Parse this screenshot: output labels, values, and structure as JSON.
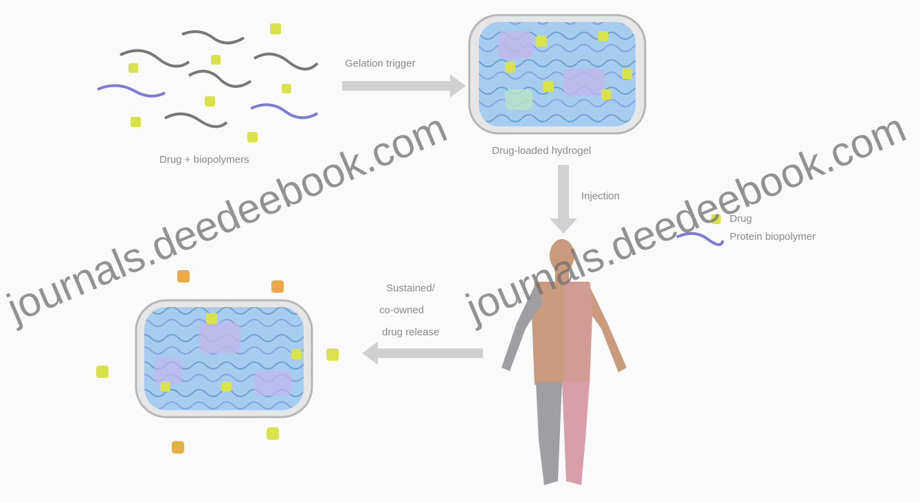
{
  "labels": {
    "polymer_solution": "Drug + biopolymers",
    "gelation_trigger": "Gelation trigger",
    "drug_loaded_hydrogel": "Drug-loaded hydrogel",
    "injection": "Injection",
    "legend_drug": "Drug",
    "legend_polymer": "Protein biopolymer",
    "release": [
      "Sustained/",
      "co-owned",
      "drug release"
    ]
  },
  "watermark": "journals.deedeebook.com",
  "colors": {
    "drug": "#d8e24a",
    "drug_released": "#e79a2a",
    "polymer": "#7a7a7a",
    "polymer_accent": "#7d7ad6",
    "gel_fill": "#9dc8ee",
    "gel_patch": "#c3b6ee",
    "body_skin": "#c99a7c",
    "body_shadow": "#9e9ea3",
    "arrow": "#d0d0d0"
  }
}
